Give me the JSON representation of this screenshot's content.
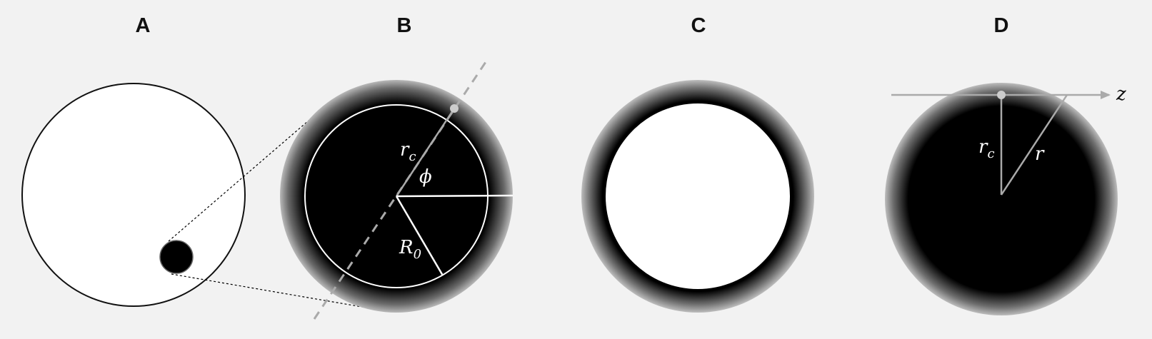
{
  "panels": [
    {
      "id": "A",
      "label": "A"
    },
    {
      "id": "B",
      "label": "B"
    },
    {
      "id": "C",
      "label": "C"
    },
    {
      "id": "D",
      "label": "D"
    }
  ],
  "panel_b": {
    "r": "r",
    "r_sub": "c",
    "phi": "ϕ",
    "R": "R",
    "R_sub": "0"
  },
  "panel_d": {
    "axis_label": "z",
    "r": "r",
    "r_sub": "c",
    "r_plain": "r"
  },
  "colors": {
    "background": "#f2f2f2",
    "dark_fill": "#000000",
    "white_fill": "#ffffff",
    "gray_line": "#aaaaaa"
  }
}
